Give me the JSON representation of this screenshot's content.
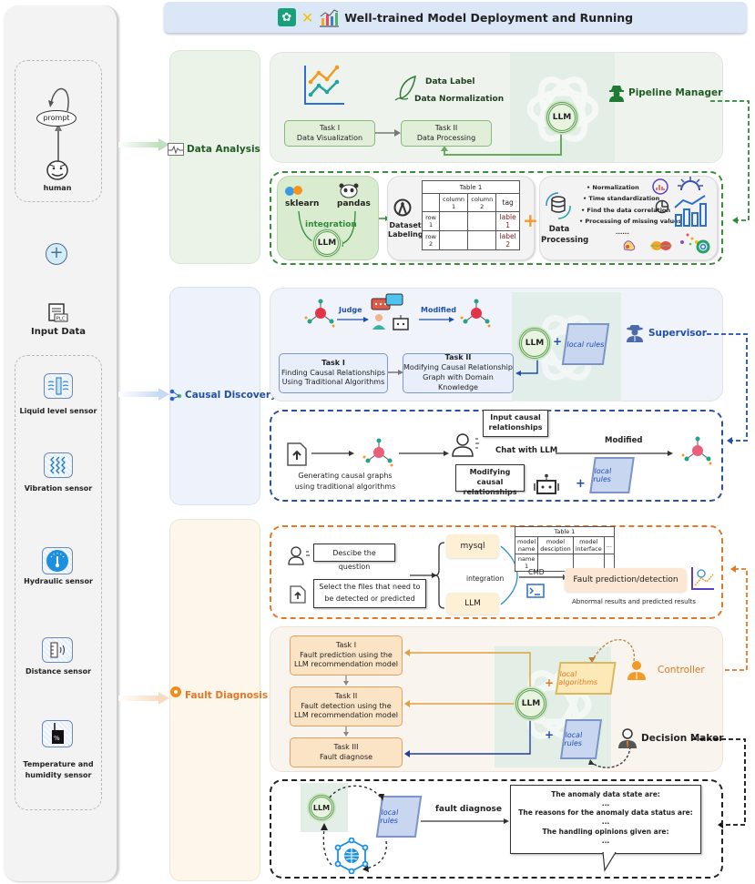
{
  "title": {
    "text": "Well-trained Model Deployment and Running",
    "icons": [
      "chatgpt-logo-icon",
      "x-icon",
      "chart-icon"
    ]
  },
  "left": {
    "prompt_label": "prompt",
    "human_label": "human",
    "plus_icon": "plus-circle-icon",
    "input_data_label": "Input Data",
    "plc_label": "PLC",
    "sensors": [
      {
        "label": "Liquid level sensor",
        "icon": "liquid-level-icon"
      },
      {
        "label": "Vibration sensor",
        "icon": "vibration-icon"
      },
      {
        "label": "Hydraulic sensor",
        "icon": "gauge-icon"
      },
      {
        "label": "Distance sensor",
        "icon": "distance-icon"
      },
      {
        "label": "Temperature and humidity sensor",
        "icon": "thermometer-icon"
      }
    ]
  },
  "stages": {
    "data_analysis": "Data Analysis",
    "causal_discovery": "Causal Discovery",
    "fault_diagnosis": "Fault Diagnosis"
  },
  "colors": {
    "green": "#2e7d32",
    "blue": "#1f4fb0",
    "orange": "#e87722",
    "black": "#222222"
  },
  "data_analysis": {
    "data_label": "Data Label",
    "data_normalization": "Data Normalization",
    "task1": {
      "title": "Task I",
      "desc": "Data Visualization"
    },
    "task2": {
      "title": "Task II",
      "desc": "Data Processing"
    },
    "llm": "LLM",
    "role": "Pipeline Manager",
    "sklearn": "sklearn",
    "pandas": "pandas",
    "integration": "integration",
    "dataset_labeling": "Dataset Labeling",
    "table": {
      "title": "Table 1",
      "header": [
        "",
        "column 1",
        "column 2",
        "tag"
      ],
      "rows": [
        [
          "row 1",
          "",
          "",
          "lable 1"
        ],
        [
          "row 2",
          "",
          "",
          "label 2"
        ]
      ]
    },
    "data_processing": "Data Processing",
    "bullets": [
      "Normalization",
      "Time standardization",
      "Find the data correlation",
      "Processing of missing values"
    ],
    "ellipsis": "......"
  },
  "causal_discovery": {
    "judge": "Judge",
    "modified": "Modified",
    "task1": {
      "title": "Task I",
      "line1": "Finding Causal Relationships",
      "line2": "Using Traditional Algorithms"
    },
    "task2": {
      "title": "Task II",
      "line1": "Modifying Causal Relationship",
      "line2": "Graph with Domain Knowledge"
    },
    "llm": "LLM",
    "local_rules": "local rules",
    "role": "Supervisor",
    "gen_line1": "Generating causal graphs",
    "gen_line2": "using traditional algorithms",
    "input_bubble": "Input causal relationships",
    "chat": "Chat with LLM",
    "modify_bubble": "Modifying causal relationships",
    "modified2": "Modified"
  },
  "fault_diagnosis": {
    "describe": "Descibe the question",
    "select_files": "Select the files that need to be detected or predicted",
    "mysql": "mysql",
    "llm": "LLM",
    "integration": "integration",
    "cmd": "CMD",
    "table": {
      "title": "Table 1",
      "header": [
        "model name",
        "model desciption",
        "model interface",
        "..."
      ],
      "rows": [
        [
          "name 1",
          "",
          "",
          ""
        ]
      ]
    },
    "fault_box": "Fault prediction/detection",
    "results": "Abnormal results and predicted results",
    "task1": {
      "title": "Task I",
      "line1": "Fault prediction using the",
      "line2": "LLM recommendation model"
    },
    "task2": {
      "title": "Task II",
      "line1": "Fault detection using the",
      "line2": "LLM recommendation model"
    },
    "task3": {
      "title": "Task III",
      "line1": "Fault diagnose"
    },
    "local_algorithms": "local algorithms",
    "local_rules": "local rules",
    "controller": "Controller",
    "decision_maker": "Decision Maker",
    "fault_diagnose": "fault diagnose",
    "output": [
      "The anomaly data state are:",
      "...",
      "The reasons for the  anomaly data status are:",
      "...",
      "The handling opinions given are:",
      "..."
    ]
  }
}
